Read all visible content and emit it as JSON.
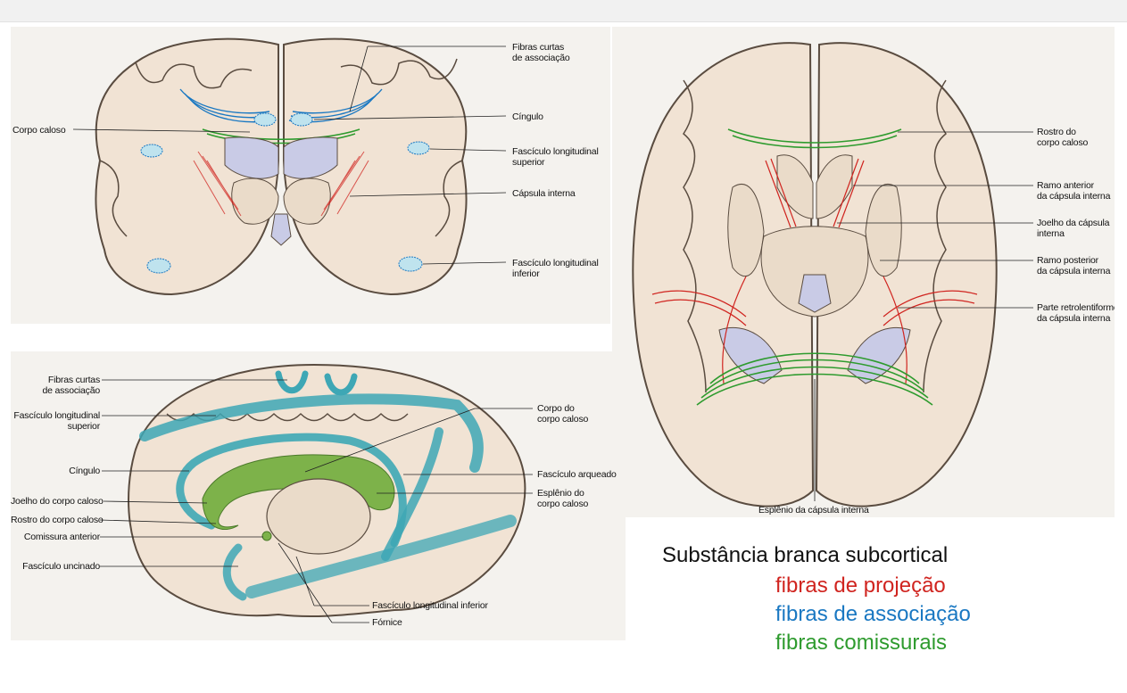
{
  "colors": {
    "projection": "#d0241f",
    "association": "#1a78c2",
    "commissural": "#2e9b2e",
    "tissue": "#f1e3d4",
    "tissue_edge": "#5a4c40",
    "teal_fiber": "#3ea7b5",
    "green_fiber": "#7db24a",
    "ventricle": "#c9cbe6"
  },
  "coronal": {
    "labels": {
      "short_fibers": "Fibras curtas\nde associação",
      "cingulum": "Cíngulo",
      "corpus_callosum": "Corpo caloso",
      "sup_long_fasc": "Fascículo longitudinal\nsuperior",
      "internal_capsule": "Cápsula interna",
      "inf_long_fasc": "Fascículo longitudinal\ninferior"
    }
  },
  "axial": {
    "labels": {
      "rostrum": "Rostro do\ncorpo caloso",
      "anterior_limb": "Ramo anterior\nda cápsula interna",
      "genu_capsule": "Joelho da cápsula\ninterna",
      "posterior_limb": "Ramo posterior\nda cápsula interna",
      "retrolentiform": "Parte retrolentiforme\nda cápsula interna",
      "splenium_capsule": "Esplênio da cápsula interna"
    }
  },
  "sagittal": {
    "labels": {
      "short_fibers": "Fibras curtas\nde associação",
      "sup_long_fasc": "Fascículo longitudinal\nsuperior",
      "cingulum": "Cíngulo",
      "genu_cc": "Joelho do corpo caloso",
      "rostrum_cc": "Rostro do corpo caloso",
      "anterior_commissure": "Comissura anterior",
      "uncinate": "Fascículo uncinado",
      "body_cc": "Corpo do\ncorpo caloso",
      "arcuate": "Fascículo arqueado",
      "splenium_cc": "Esplênio do\ncorpo caloso",
      "inf_long_fasc": "Fascículo longitudinal inferior",
      "fornix": "Fórnice"
    }
  },
  "legend": {
    "title": "Substância branca subcortical",
    "projection": "fibras de projeção",
    "association": "fibras de associação",
    "commissural": "fibras comissurais"
  }
}
